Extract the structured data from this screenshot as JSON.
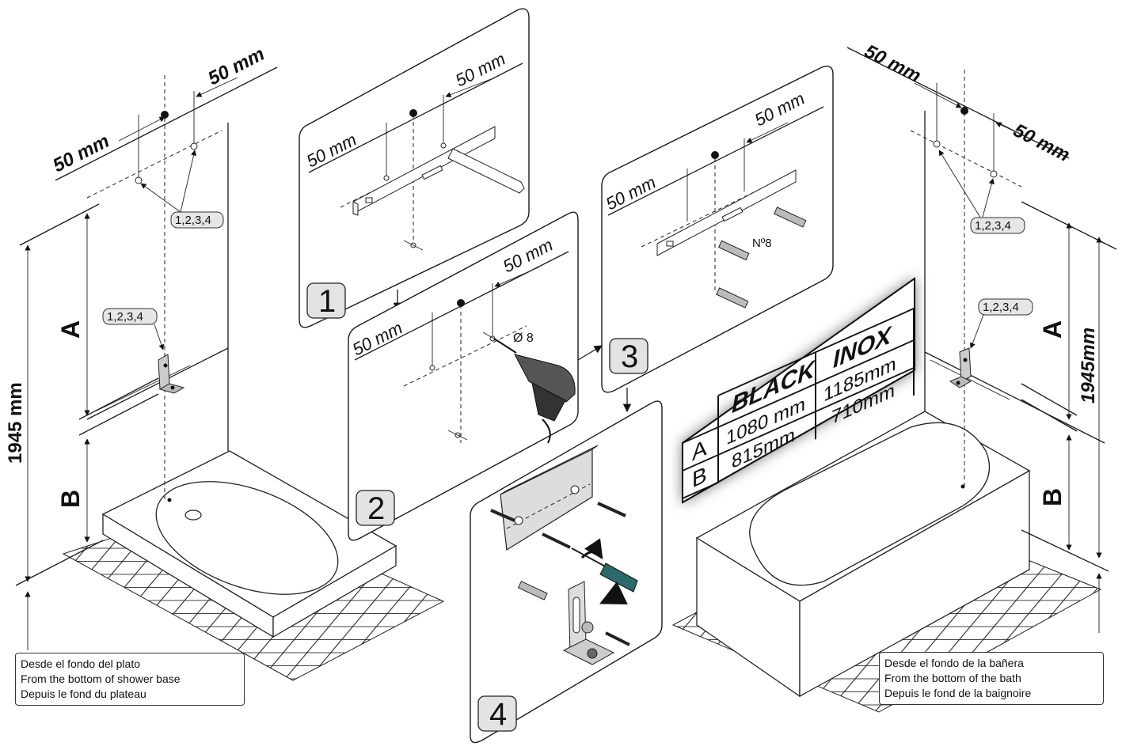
{
  "dimensions": {
    "offset_label": "50 mm",
    "offset_label_compact": "50mm",
    "height_label": "1945 mm",
    "height_label_compact": "1945mm",
    "letter_a": "A",
    "letter_b": "B"
  },
  "callout_refs": "1,2,3,4",
  "steps": [
    {
      "number": "1"
    },
    {
      "number": "2"
    },
    {
      "number": "3"
    },
    {
      "number": "4"
    }
  ],
  "drill_label": "Ø 8",
  "anchor_label": "Nº8",
  "table": {
    "headers": [
      "BLACK",
      "INOX"
    ],
    "rows": [
      {
        "label": "A",
        "black": "1080 mm",
        "inox": "1185mm"
      },
      {
        "label": "B",
        "black": "815mm",
        "inox": "710mm"
      }
    ]
  },
  "notes": {
    "shower": [
      "Desde el fondo del plato",
      "From the bottom of shower base",
      "Depuis le fond du plateau"
    ],
    "bath": [
      "Desde el fondo de la bañera",
      "From the bottom of the bath",
      "Depuis le fond de la baignoire"
    ]
  },
  "colors": {
    "line": "#1a1a1a",
    "callout_fill": "#e6e6e6",
    "step_fill": "#e3e3e3"
  }
}
